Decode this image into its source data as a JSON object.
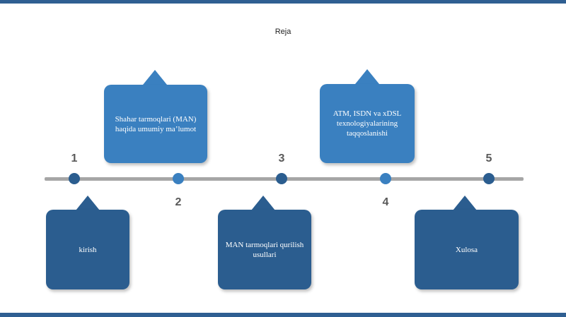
{
  "title": "Reja",
  "colors": {
    "bar": "#2f5f92",
    "line": "#a6a6a6",
    "dot_dark": "#2b5d8f",
    "dot_light": "#3a80c0",
    "callout_top": "#3a80c0",
    "callout_bottom": "#2b5d8f"
  },
  "steps": [
    {
      "number": "1",
      "label": "kirish"
    },
    {
      "number": "2",
      "label": "Shahar tarmoqlari (MAN) haqida umumiy ma’lumot"
    },
    {
      "number": "3",
      "label": "MAN tarmoqlari qurilish usullari"
    },
    {
      "number": "4",
      "label": "ATM, ISDN va xDSL texnologiyalarining taqqoslanishi"
    },
    {
      "number": "5",
      "label": "Xulosa"
    }
  ]
}
